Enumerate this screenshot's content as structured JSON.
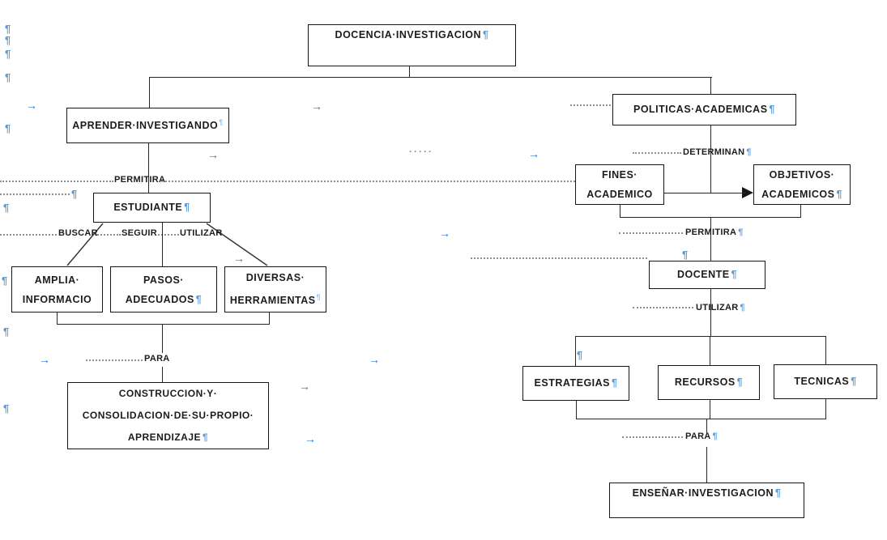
{
  "marks": {
    "pilcrow": "¶",
    "arrow": "→",
    "dots": "·····"
  },
  "colors": {
    "pilcrow_blue": "#5b9bd5",
    "arrow_blue": "#2e75cf",
    "line_black": "#262626",
    "dotted_gray": "#8f8f8f",
    "background": "#ffffff"
  },
  "boxes": {
    "docencia": {
      "line1": "DOCENCIA·INVESTIGACION"
    },
    "aprender": {
      "line1": "APRENDER·INVESTIGANDO"
    },
    "estudiante": {
      "line1": "ESTUDIANTE"
    },
    "amplia": {
      "line1": "AMPLIA·",
      "line2": "INFORMACIO"
    },
    "pasos": {
      "line1": "PASOS·",
      "line2": "ADECUADOS"
    },
    "diversas": {
      "line1": "DIVERSAS·",
      "line2": "HERRAMIENTAS"
    },
    "construccion": {
      "line1": "CONSTRUCCION·Y·",
      "line2": "CONSOLIDACION·DE·SU·PROPIO·",
      "line3": "APRENDIZAJE"
    },
    "politicas": {
      "line1": "POLITICAS·ACADEMICAS"
    },
    "fines": {
      "line1": "FINES·",
      "line2": "ACADEMICO"
    },
    "objetivos": {
      "line1": "OBJETIVOS·",
      "line2": "ACADEMICOS"
    },
    "docente": {
      "line1": "DOCENTE"
    },
    "estrategias": {
      "line1": "ESTRATEGIAS"
    },
    "recursos": {
      "line1": "RECURSOS"
    },
    "tecnicas": {
      "line1": "TECNICAS"
    },
    "ensenar": {
      "line1": "ENSEÑAR·INVESTIGACION"
    }
  },
  "labels": {
    "permitira_left": "PERMITIRA",
    "buscar": "BUSCAR",
    "seguir": "SEGUIR",
    "utilizar_left": "UTILIZAR",
    "para_left": "PARA",
    "determinan": "DETERMINAN",
    "permitira_right": "PERMITIRA",
    "utilizar_right": "UTILIZAR",
    "para_right": "PARA"
  }
}
